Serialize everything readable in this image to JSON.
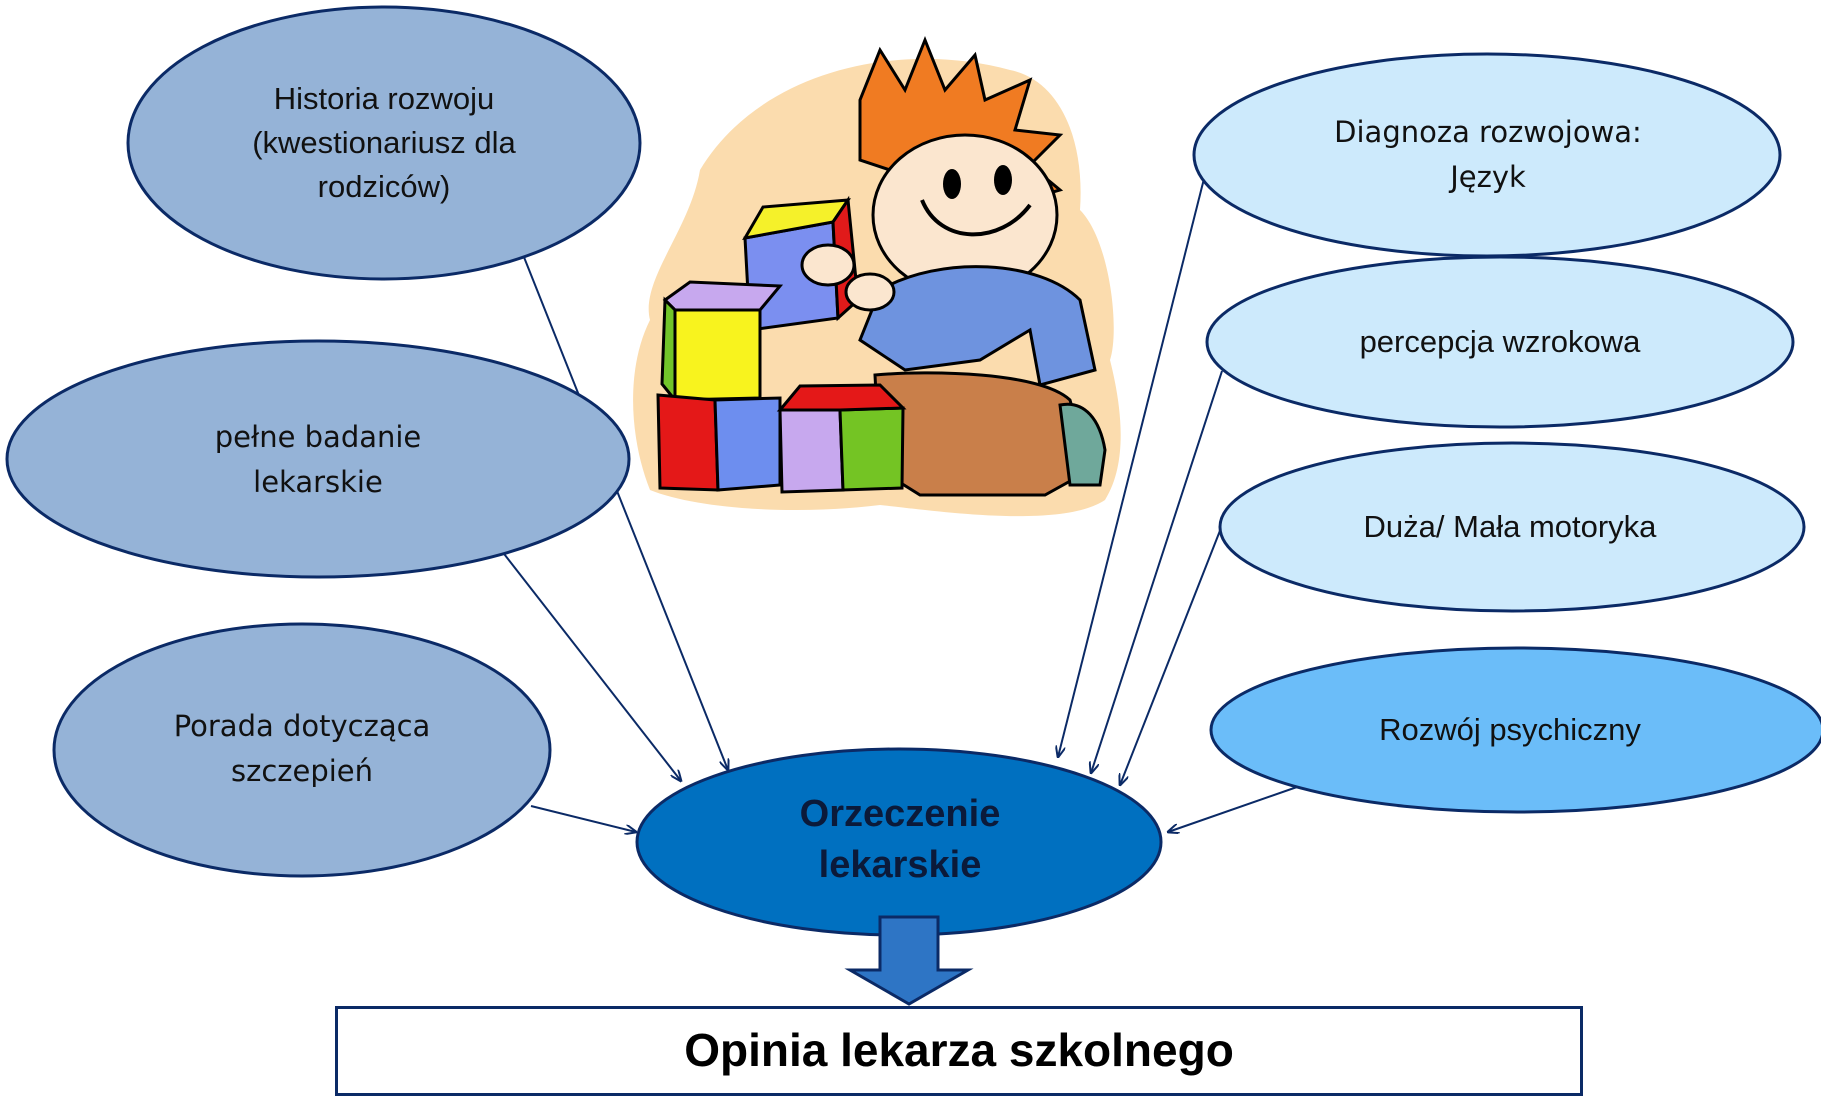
{
  "nodes": {
    "historia": "Historia rozwoju\n(kwestionariusz dla\nrodziców)",
    "badanie": "pełne badanie\nlekarskie",
    "porada": "Porada dotycząca\nszczepień",
    "diagnoza": "Diagnoza rozwojowa:\nJęzyk",
    "percepcja": "percepcja wzrokowa",
    "motoryka": "Duża/ Mała motoryka",
    "psychiczny": "Rozwój psychiczny",
    "orzeczenie": "Orzeczenie\nlekarskie"
  },
  "result": "Opinia lekarza szkolnego",
  "illustration": "child-playing-with-blocks",
  "colors": {
    "left_node_fill": "#95b3d7",
    "right_node_fill": "#cdeafc",
    "psych_node_fill": "#6bbdf9",
    "central_node_fill": "#0070c0",
    "outline": "#0b2a66",
    "arrow_fill": "#2e75c5"
  }
}
